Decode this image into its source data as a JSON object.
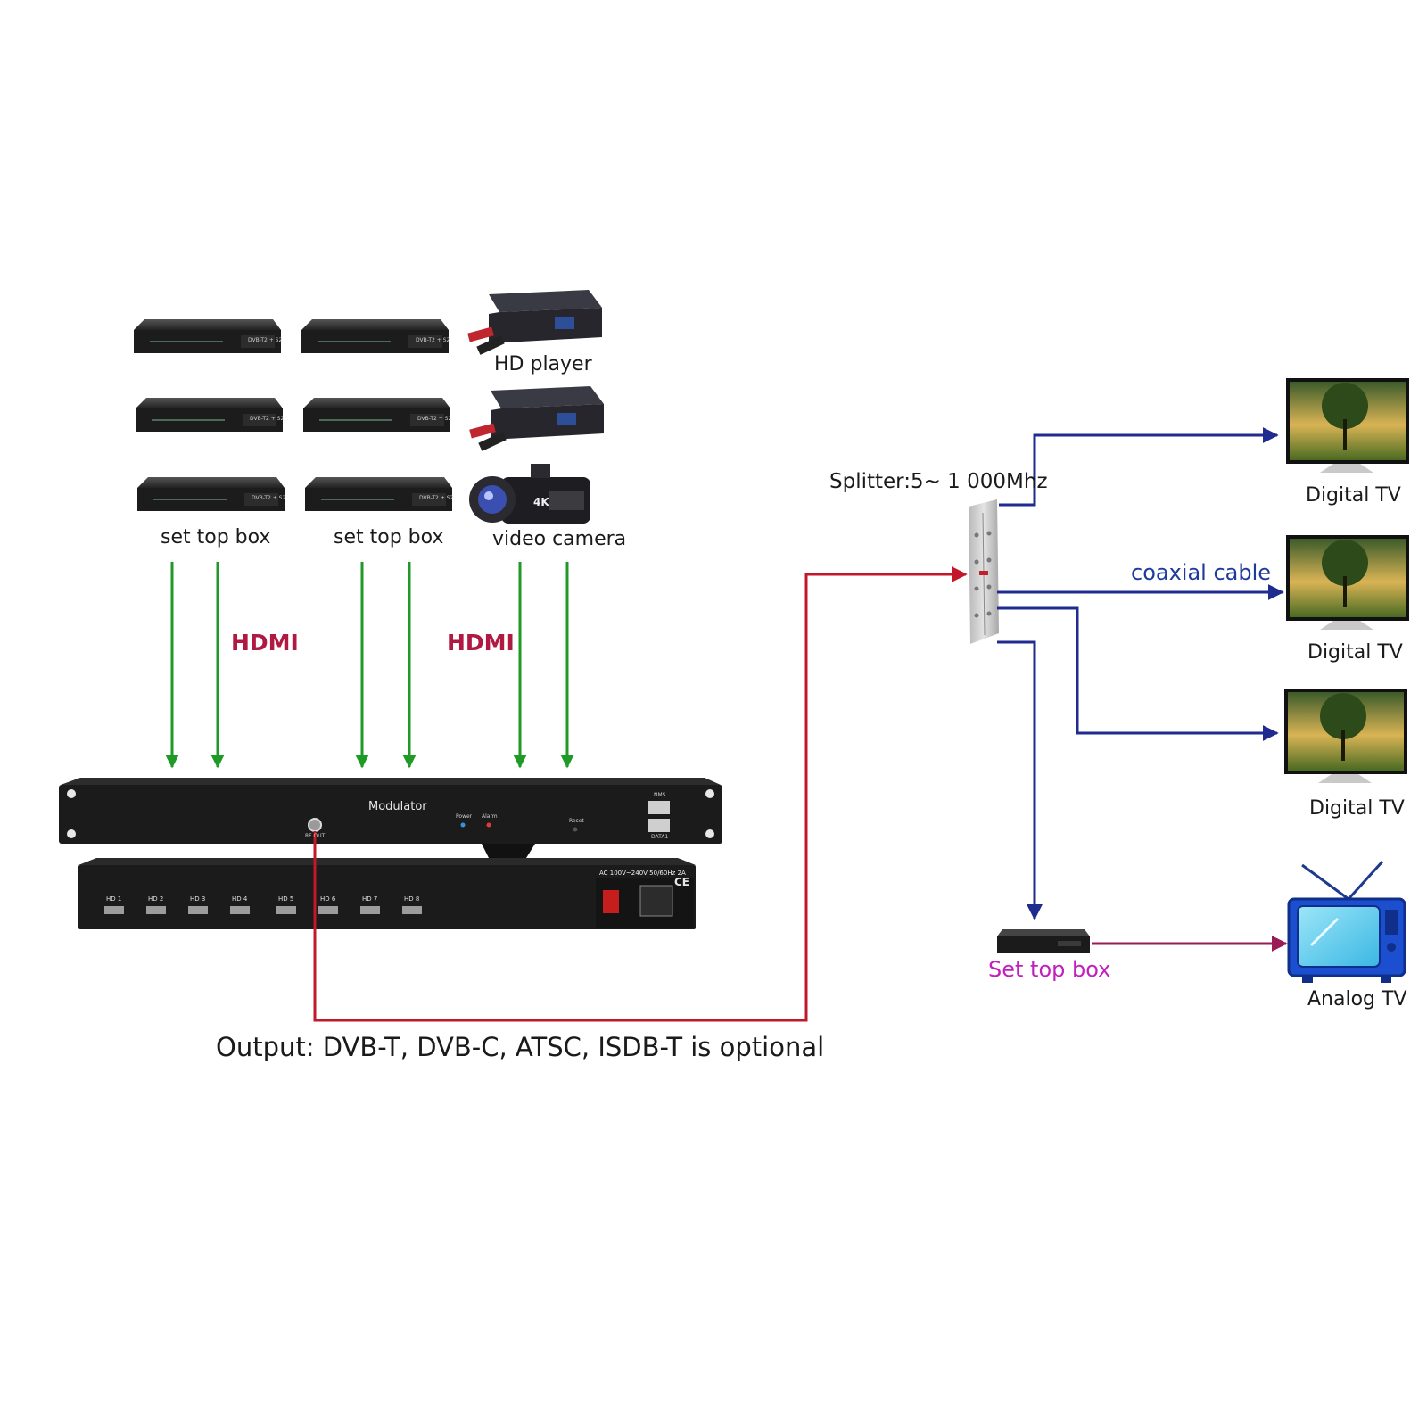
{
  "inputs": {
    "hd_player_label": "HD player",
    "set_top_box_label_1": "set top box",
    "set_top_box_label_2": "set top box",
    "video_camera_label": "video camera",
    "hdmi_label_1": "HDMI",
    "hdmi_label_2": "HDMI",
    "stb_badge": "DVB-T2 + S2",
    "camera_badge": "4K"
  },
  "modulator": {
    "title": "Modulator",
    "rf_out_label": "RF OUT",
    "power_label": "Power",
    "alarm_label": "Alarm",
    "reset_label": "Reset",
    "nms_label": "NMS",
    "data_label": "DATA1",
    "ac_label": "AC 100V~240V 50/60Hz 2A",
    "ce_mark": "CE",
    "hdmi_ports": [
      "HD 1",
      "HD 2",
      "HD 3",
      "HD 4",
      "HD 5",
      "HD 6",
      "HD 7",
      "HD 8"
    ]
  },
  "output_label": "Output: DVB-T, DVB-C, ATSC, ISDB-T is optional",
  "splitter_label": "Splitter:5~ 1 000Mhz",
  "coaxial_label": "coaxial cable",
  "outputs": {
    "digital_tv_1": "Digital TV",
    "digital_tv_2": "Digital TV",
    "digital_tv_3": "Digital TV",
    "set_top_box": "Set top box",
    "analog_tv": "Analog TV"
  },
  "colors": {
    "hdmi_arrow": "#1f9a26",
    "rf_line": "#c2182a",
    "coax_line": "#1f2b8e",
    "stb_to_tv_line": "#9a1b55",
    "hdmi_text": "#b01942",
    "coax_text": "#1f3a9e",
    "stb_text": "#c21fbf"
  }
}
